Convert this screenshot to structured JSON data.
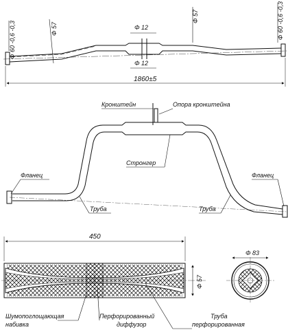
{
  "top_view": {
    "dim_left_tolerance": "Φ 60 -0,6 -0,3",
    "dim_left_tube": "Φ 57",
    "dim_clamp_top": "Φ 12",
    "dim_clamp_bottom": "Φ 12",
    "dim_mid_tube": "Φ 57",
    "dim_right_tolerance": "Φ 60 -0,6 -0,3",
    "overall_length": "1860±5"
  },
  "side_view": {
    "label_bracket": "Кронштейн",
    "label_bracket_support": "Опора кронштейна",
    "label_stringer": "Стронгер",
    "label_flange_left": "Фланец",
    "label_flange_right": "Фланец",
    "label_pipe_left": "Труба",
    "label_pipe_right": "Труба"
  },
  "section_view": {
    "length": "450",
    "diameter": "Φ 57",
    "outer_diameter": "Φ 83",
    "label_absorbing_fill_line1": "Шумопоглощающая",
    "label_absorbing_fill_line2": "набивка",
    "label_perforated_diffuser_line1": "Перфорированный",
    "label_perforated_diffuser_line2": "диффузор",
    "label_perforated_pipe_line1": "Труба",
    "label_perforated_pipe_line2": "перфорированная"
  },
  "colors": {
    "line": "#111111",
    "background": "#ffffff"
  }
}
